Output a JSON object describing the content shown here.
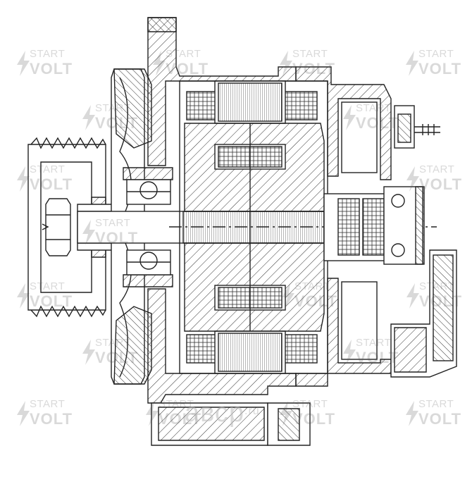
{
  "watermark": {
    "line1": "START",
    "line2": "VOLT",
    "brand": "авср",
    "brand_tld": ".ru"
  },
  "colors": {
    "line": "#222222",
    "hatch": "#333333",
    "watermark": "#555555"
  }
}
